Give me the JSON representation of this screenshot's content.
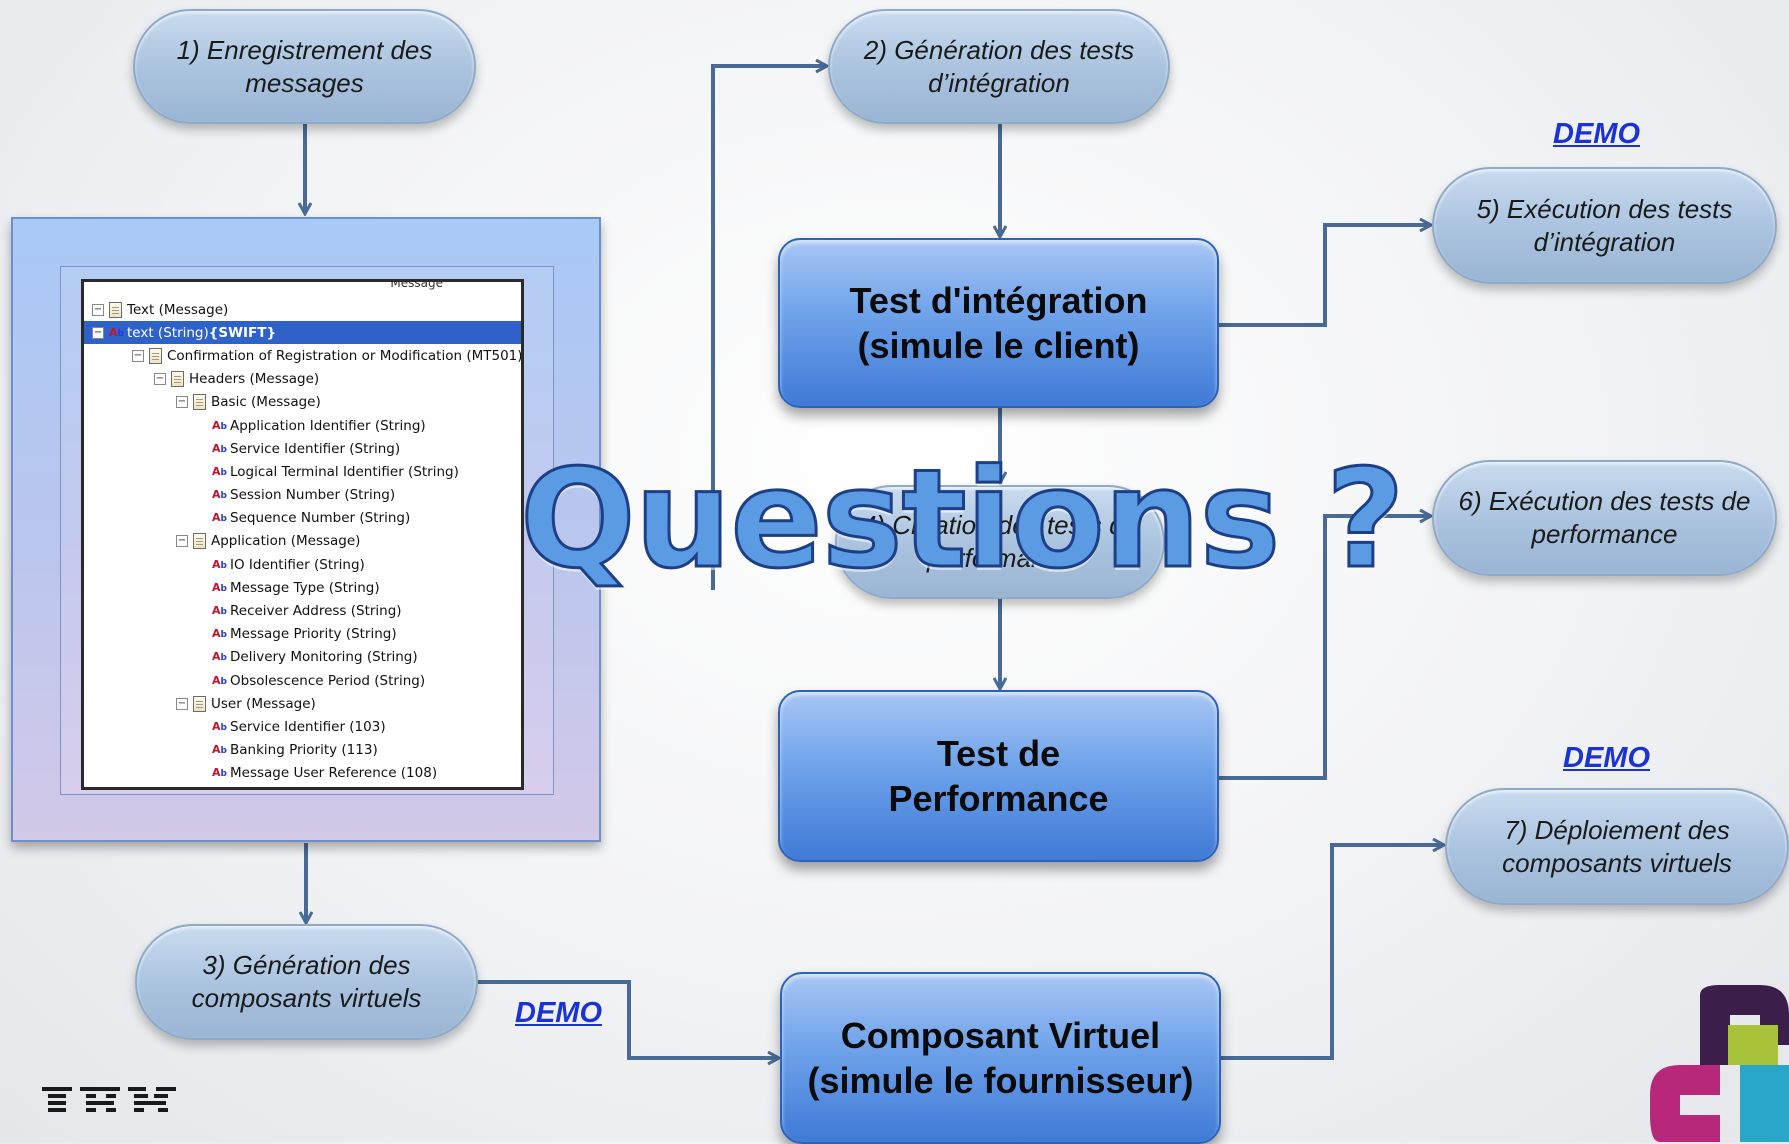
{
  "nodes": {
    "step1": "1) Enregistrement des messages",
    "step2": "2) Génération des tests d’intégration",
    "step3": "3) Génération des composants virtuels",
    "step4": "4) Création des tests de performance",
    "step5": "5) Exécution des tests d’intégration",
    "step6": "6) Exécution des tests de performance",
    "step7": "7) Déploiement des composants virtuels"
  },
  "boxes": {
    "integration": "Test d'intégration (simule le client)",
    "performance": "Test de Performance",
    "virtual": "Composant Virtuel (simule le fournisseur)"
  },
  "demo_label": "DEMO",
  "overlay": "Questions ?",
  "tree": {
    "header": "Message",
    "rows": [
      {
        "label": "Text (Message)",
        "icon": "document-icon",
        "toggle": "−"
      },
      {
        "label": "text (String) ",
        "suffix": "{SWIFT}",
        "icon": "string-field-icon",
        "toggle": "−",
        "selected": true
      },
      {
        "label": "Confirmation of Registration or Modification (MT501)",
        "icon": "document-icon",
        "toggle": "−"
      },
      {
        "label": "Headers (Message)",
        "icon": "document-icon",
        "toggle": "−"
      },
      {
        "label": "Basic (Message)",
        "icon": "document-icon",
        "toggle": "−"
      },
      {
        "label": "Application Identifier (String)",
        "icon": "string-field-icon"
      },
      {
        "label": "Service Identifier (String)",
        "icon": "string-field-icon"
      },
      {
        "label": "Logical Terminal Identifier (String)",
        "icon": "string-field-icon"
      },
      {
        "label": "Session Number (String)",
        "icon": "string-field-icon"
      },
      {
        "label": "Sequence Number (String)",
        "icon": "string-field-icon"
      },
      {
        "label": "Application (Message)",
        "icon": "document-icon",
        "toggle": "−"
      },
      {
        "label": "IO Identifier (String)",
        "icon": "string-field-icon"
      },
      {
        "label": "Message Type (String)",
        "icon": "string-field-icon"
      },
      {
        "label": "Receiver Address (String)",
        "icon": "string-field-icon"
      },
      {
        "label": "Message Priority (String)",
        "icon": "string-field-icon"
      },
      {
        "label": "Delivery Monitoring (String)",
        "icon": "string-field-icon"
      },
      {
        "label": "Obsolescence Period (String)",
        "icon": "string-field-icon"
      },
      {
        "label": "User (Message)",
        "icon": "document-icon",
        "toggle": "−"
      },
      {
        "label": "Service Identifier (103)",
        "icon": "string-field-icon"
      },
      {
        "label": "Banking Priority (113)",
        "icon": "string-field-icon"
      },
      {
        "label": "Message User Reference (108)",
        "icon": "string-field-icon"
      }
    ]
  },
  "colors": {
    "pill": "#a9c2de",
    "box": "#6ea2ea",
    "connector": "#4a6a96",
    "demo": "#1a33d6",
    "overlay": "#5b9be4"
  }
}
